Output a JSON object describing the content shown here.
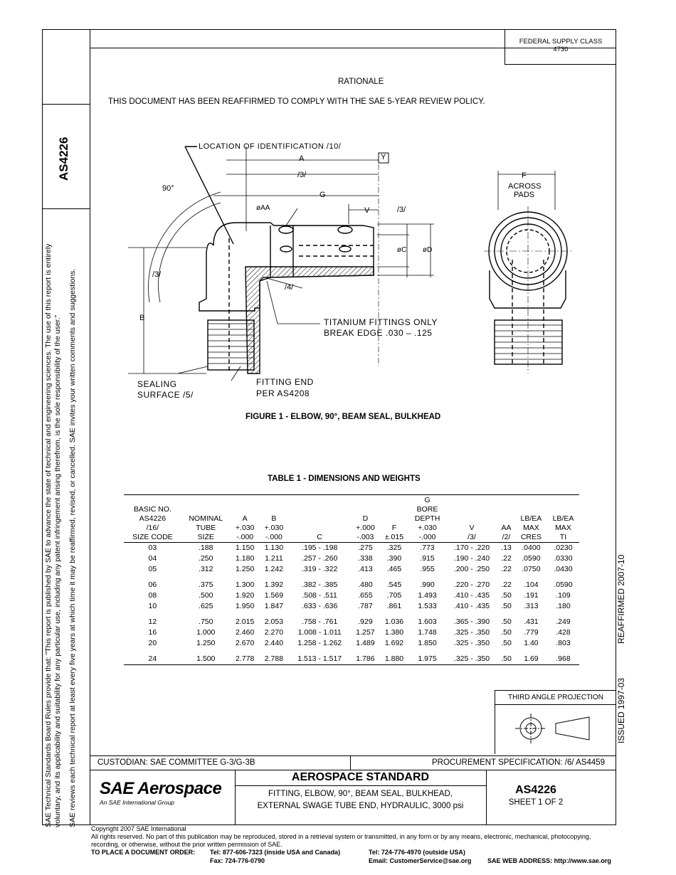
{
  "side_text": {
    "line1": "SAE Technical Standards Board Rules provide that: \"This report is published by SAE to advance the state of technical and engineering sciences. The use of this report is entirely",
    "line2": "voluntary, and its applicability and suitability for any particular use, including any patent infringement arising therefrom, is the sole responsibility of the user.\"",
    "line3": "SAE reviews each technical report at least every five years at which time it may be reaffirmed, revised, or cancelled. SAE invites your written comments and suggestions."
  },
  "doc_number_side": "AS4226",
  "supply_class": {
    "label": "FEDERAL SUPPLY CLASS",
    "value": "4730"
  },
  "rationale": {
    "title": "RATIONALE",
    "text": "THIS DOCUMENT HAS BEEN REAFFIRMED TO COMPLY WITH THE SAE 5-YEAR REVIEW POLICY."
  },
  "figure": {
    "caption": "FIGURE 1 - ELBOW, 90°, BEAM SEAL, BULKHEAD",
    "labels": {
      "location": "LOCATION OF IDENTIFICATION /10/",
      "A": "A",
      "Y": "Y",
      "ref3a": "/3/",
      "angle": "90°",
      "G": "G",
      "AA": "øAA",
      "V": "V",
      "ref3b": "/3/",
      "C": "øC",
      "D": "øD",
      "ref3c": "/3/",
      "ref4": "/4/",
      "B": "B",
      "titanium1": "TITANIUM FITTINGS ONLY",
      "titanium2": "BREAK EDGE .030 – .125",
      "sealing1": "SEALING",
      "sealing2": "SURFACE /5/",
      "fitting1": "FITTING END",
      "fitting2": "PER AS4208",
      "F": "F",
      "across1": "ACROSS",
      "across2": "PADS"
    }
  },
  "table": {
    "title": "TABLE 1 - DIMENSIONS AND WEIGHTS",
    "headers": [
      [
        "BASIC NO.",
        "AS4226",
        "/16/",
        "SIZE CODE"
      ],
      [
        "NOMINAL",
        "TUBE",
        "SIZE"
      ],
      [
        "A",
        "+.030",
        "-.000"
      ],
      [
        "B",
        "+.030",
        "-.000"
      ],
      [
        "C"
      ],
      [
        "D",
        "+.000",
        "-.003"
      ],
      [
        "F",
        "±.015"
      ],
      [
        "G",
        "BORE",
        "DEPTH",
        "+.030",
        "-.000"
      ],
      [
        "V",
        "/3/"
      ],
      [
        "AA",
        "/2/"
      ],
      [
        "LB/EA",
        "MAX",
        "CRES"
      ],
      [
        "LB/EA",
        "MAX",
        "TI"
      ]
    ],
    "groups": [
      [
        [
          "03",
          ".188",
          "1.150",
          "1.130",
          ".195 - .198",
          ".275",
          ".325",
          ".773",
          ".170 - .220",
          ".13",
          ".0400",
          ".0230"
        ],
        [
          "04",
          ".250",
          "1.180",
          "1.211",
          ".257 - .260",
          ".338",
          ".390",
          ".915",
          ".190 - .240",
          ".22",
          ".0590",
          ".0330"
        ],
        [
          "05",
          ".312",
          "1.250",
          "1.242",
          ".319 - .322",
          ".413",
          ".465",
          ".955",
          ".200 - .250",
          ".22",
          ".0750",
          ".0430"
        ]
      ],
      [
        [
          "06",
          ".375",
          "1.300",
          "1.392",
          ".382 - .385",
          ".480",
          ".545",
          ".990",
          ".220 - .270",
          ".22",
          ".104",
          ".0590"
        ],
        [
          "08",
          ".500",
          "1.920",
          "1.569",
          ".508 - .511",
          ".655",
          ".705",
          "1.493",
          ".410 - .435",
          ".50",
          ".191",
          ".109"
        ],
        [
          "10",
          ".625",
          "1.950",
          "1.847",
          ".633 - .636",
          ".787",
          ".861",
          "1.533",
          ".410 - .435",
          ".50",
          ".313",
          ".180"
        ]
      ],
      [
        [
          "12",
          ".750",
          "2.015",
          "2.053",
          ".758 - .761",
          ".929",
          "1.036",
          "1.603",
          ".365 - .390",
          ".50",
          ".431",
          ".249"
        ],
        [
          "16",
          "1.000",
          "2.460",
          "2.270",
          "1.008 - 1.011",
          "1.257",
          "1.380",
          "1.748",
          ".325 - .350",
          ".50",
          ".779",
          ".428"
        ],
        [
          "20",
          "1.250",
          "2.670",
          "2.440",
          "1.258 - 1.262",
          "1.489",
          "1.692",
          "1.850",
          ".325 - .350",
          ".50",
          "1.40",
          ".803"
        ]
      ],
      [
        [
          "24",
          "1.500",
          "2.778",
          "2.788",
          "1.513 - 1.517",
          "1.786",
          "1.880",
          "1.975",
          ".325 - .350",
          ".50",
          "1.69",
          ".968"
        ]
      ]
    ]
  },
  "dates": {
    "reaffirmed": "REAFFIRMED 2007-10",
    "issued": "ISSUED 1997-03"
  },
  "projection": {
    "label": "THIRD ANGLE PROJECTION"
  },
  "title_block": {
    "custodian": "CUSTODIAN:  SAE COMMITTEE G-3/G-3B",
    "procurement": "PROCUREMENT SPECIFICATION:  /6/ AS4459",
    "logo_main": "SAE Aerospace",
    "logo_sub": "An SAE International Group",
    "heading": "AEROSPACE STANDARD",
    "desc1": "FITTING, ELBOW, 90°, BEAM SEAL, BULKHEAD,",
    "desc2": "EXTERNAL SWAGE TUBE END, HYDRAULIC, 3000 psi",
    "number": "AS4226",
    "sheet": "SHEET 1 OF 2"
  },
  "footer": {
    "copyright": "Copyright 2007 SAE International",
    "rights1": "All rights reserved. No part of this publication may be reproduced, stored in a retrieval system or transmitted, in any form or by any means, electronic, mechanical, photocopying,",
    "rights2": "recording, or otherwise, without the prior written permission of SAE.",
    "order_label": "TO PLACE A DOCUMENT ORDER:",
    "tel_us": "Tel:  877-606-7323 (inside USA and Canada)",
    "fax": "Fax:  724-776-0790",
    "tel_out": "Tel:  724-776-4970 (outside USA)",
    "email": "Email:  CustomerService@sae.org",
    "web": "SAE WEB ADDRESS:  http://www.sae.org"
  }
}
